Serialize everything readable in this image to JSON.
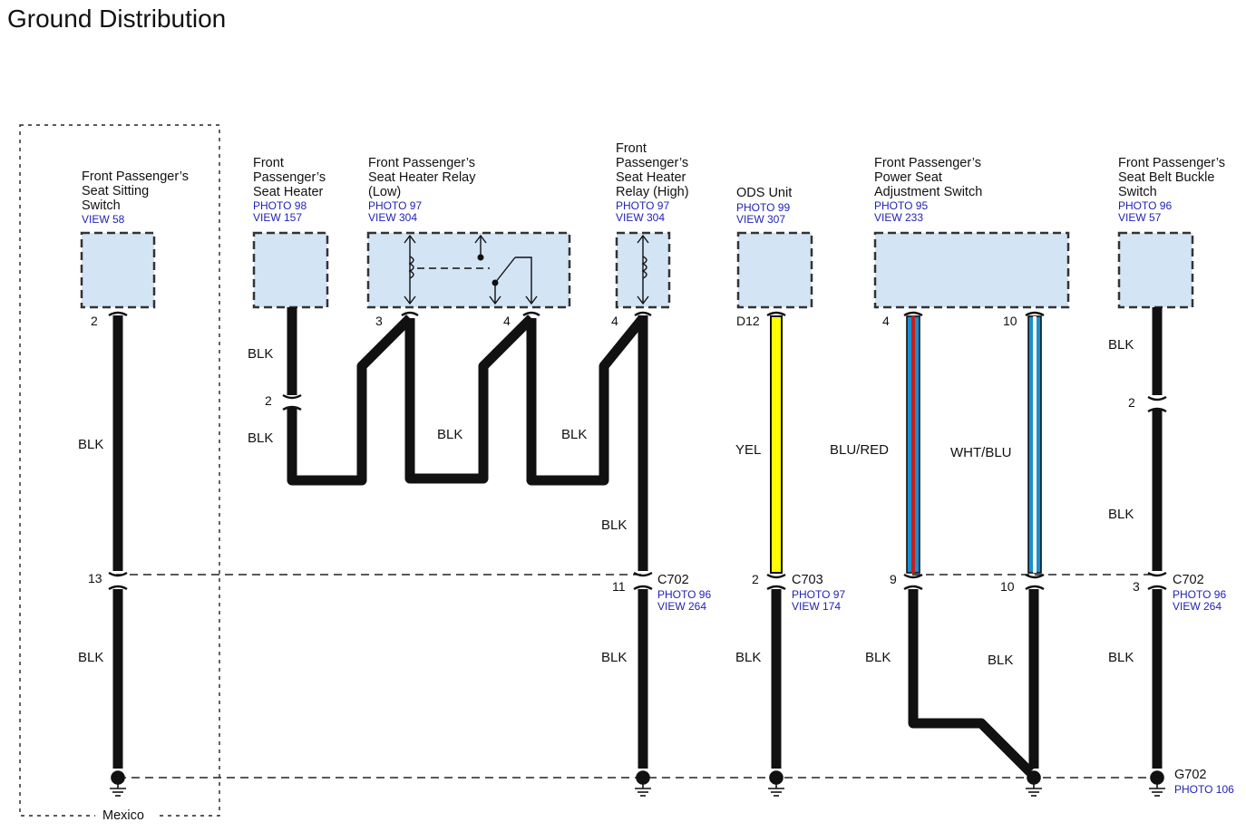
{
  "title": "Ground Distribution",
  "region_label": "Mexico",
  "components": [
    {
      "name": [
        "Front Passenger’s",
        "Seat Sitting",
        "Switch"
      ],
      "refs": [
        "VIEW 58"
      ]
    },
    {
      "name": [
        "Front",
        "Passenger’s",
        "Seat Heater"
      ],
      "refs": [
        "PHOTO 98",
        "VIEW 157"
      ]
    },
    {
      "name": [
        "Front Passenger’s",
        "Seat Heater Relay",
        "(Low)"
      ],
      "refs": [
        "PHOTO 97",
        "VIEW 304"
      ]
    },
    {
      "name": [
        "Front",
        "Passenger’s",
        "Seat Heater",
        "Relay (High)"
      ],
      "refs": [
        "PHOTO 97",
        "VIEW 304"
      ]
    },
    {
      "name": [
        "ODS Unit"
      ],
      "refs": [
        "PHOTO 99",
        "VIEW 307"
      ]
    },
    {
      "name": [
        "Front Passenger’s",
        "Power Seat",
        "Adjustment Switch"
      ],
      "refs": [
        "PHOTO 95",
        "VIEW 233"
      ]
    },
    {
      "name": [
        "Front Passenger’s",
        "Seat Belt Buckle",
        "Switch"
      ],
      "refs": [
        "PHOTO 96",
        "VIEW 57"
      ]
    }
  ],
  "connectors": [
    {
      "id": "C702",
      "refs": [
        "PHOTO 96",
        "VIEW 264"
      ]
    },
    {
      "id": "C703",
      "refs": [
        "PHOTO 97",
        "VIEW 174"
      ]
    },
    {
      "id": "C702",
      "refs": [
        "PHOTO 96",
        "VIEW 264"
      ]
    }
  ],
  "ground": {
    "id": "G702",
    "refs": [
      "PHOTO 106"
    ]
  },
  "pins": {
    "sitting_top": "2",
    "sitting_mid": "13",
    "heater_inline": "2",
    "relay_low_a": "3",
    "relay_low_b": "4",
    "relay_high": "4",
    "relay_high_c702": "11",
    "ods_top": "D12",
    "ods_c703": "2",
    "power_top_a": "4",
    "power_top_b": "10",
    "power_mid_a": "9",
    "power_mid_b": "10",
    "buckle_inline": "2",
    "buckle_c702": "3"
  },
  "wire_labels": {
    "sitting_upper": "BLK",
    "sitting_lower": "BLK",
    "heater_upper": "BLK",
    "heater_lower": "BLK",
    "relay_low": "BLK",
    "relay_high_a": "BLK",
    "high_upper": "BLK",
    "high_lower": "BLK",
    "ods_upper": "YEL",
    "ods_lower": "BLK",
    "power_a_upper": "BLU/RED",
    "power_b_upper": "WHT/BLU",
    "power_a_lower": "BLK",
    "power_b_lower": "BLK",
    "buckle_top": "BLK",
    "buckle_mid": "BLK",
    "buckle_lower": "BLK"
  },
  "wire_colors": {
    "black": "#111111",
    "yellow": "#ffff00",
    "blue": "#1a8fd0",
    "red": "#c81e1e",
    "white": "#ffffff",
    "component_fill": "#d3e4f5",
    "reference_text": "#1f1fb4"
  }
}
